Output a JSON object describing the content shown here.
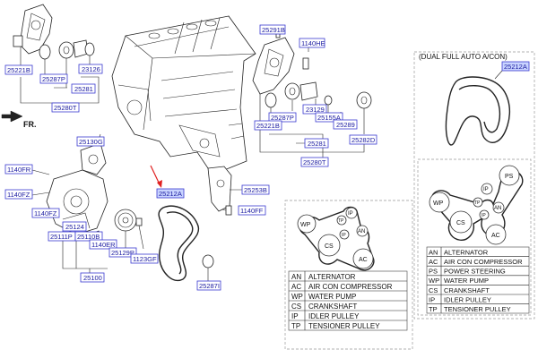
{
  "part_numbers": {
    "p25291B": "25291B",
    "p1140HE": "1140HE",
    "p25221B_L": "25221B",
    "p23126": "23126",
    "p25287P_L": "25287P",
    "p25281_L": "25281",
    "p25280T_L": "25280T",
    "p25287P_R": "25287P",
    "p25221B_R": "25221B",
    "p23129": "23129",
    "p25155A": "25155A",
    "p25289": "25289",
    "p25281_R": "25281",
    "p25282D": "25282D",
    "p25280T_R": "25280T",
    "p25130G": "25130G",
    "p1140FR": "1140FR",
    "p1140FZ_1": "1140FZ",
    "p1140FZ_2": "1140FZ",
    "p25124": "25124",
    "p25111P": "25111P",
    "p25110B": "25110B",
    "p1140ER": "1140ER",
    "p25129P": "25129P",
    "p1123GF": "1123GF",
    "p25100": "25100",
    "p25212A_main": "25212A",
    "p25253B": "25253B",
    "p1140FF": "1140FF",
    "p25287I": "25287I",
    "p25212A_ac": "25212A"
  },
  "fr_label": "FR.",
  "ac_header": "(DUAL FULL AUTO A/CON)",
  "layout1": {
    "pulley_labels": {
      "wp": "WP",
      "tp": "TP",
      "ip_top": "IP",
      "an": "AN",
      "cs": "CS",
      "ac": "AC",
      "ip_mid": "IP"
    }
  },
  "layout2": {
    "pulley_labels": {
      "ps": "PS",
      "ip_top": "IP",
      "wp": "WP",
      "tp": "TP",
      "an": "AN",
      "cs": "CS",
      "ip_mid": "IP",
      "ac": "AC"
    }
  },
  "legend1": [
    {
      "code": "AN",
      "name": "ALTERNATOR"
    },
    {
      "code": "AC",
      "name": "AIR CON COMPRESSOR"
    },
    {
      "code": "WP",
      "name": "WATER PUMP"
    },
    {
      "code": "CS",
      "name": "CRANKSHAFT"
    },
    {
      "code": "IP",
      "name": "IDLER PULLEY"
    },
    {
      "code": "TP",
      "name": "TENSIONER PULLEY"
    }
  ],
  "legend2": [
    {
      "code": "AN",
      "name": "ALTERNATOR"
    },
    {
      "code": "AC",
      "name": "AIR CON COMPRESSOR"
    },
    {
      "code": "PS",
      "name": "POWER STEERING"
    },
    {
      "code": "WP",
      "name": "WATER PUMP"
    },
    {
      "code": "CS",
      "name": "CRANKSHAFT"
    },
    {
      "code": "IP",
      "name": "IDLER PULLEY"
    },
    {
      "code": "TP",
      "name": "TENSIONER PULLEY"
    }
  ],
  "colors": {
    "callout_border": "#3a3ad0",
    "callout_text": "#1a1aa0",
    "highlight": "#c9d4ff",
    "arrow": "#e02020"
  }
}
